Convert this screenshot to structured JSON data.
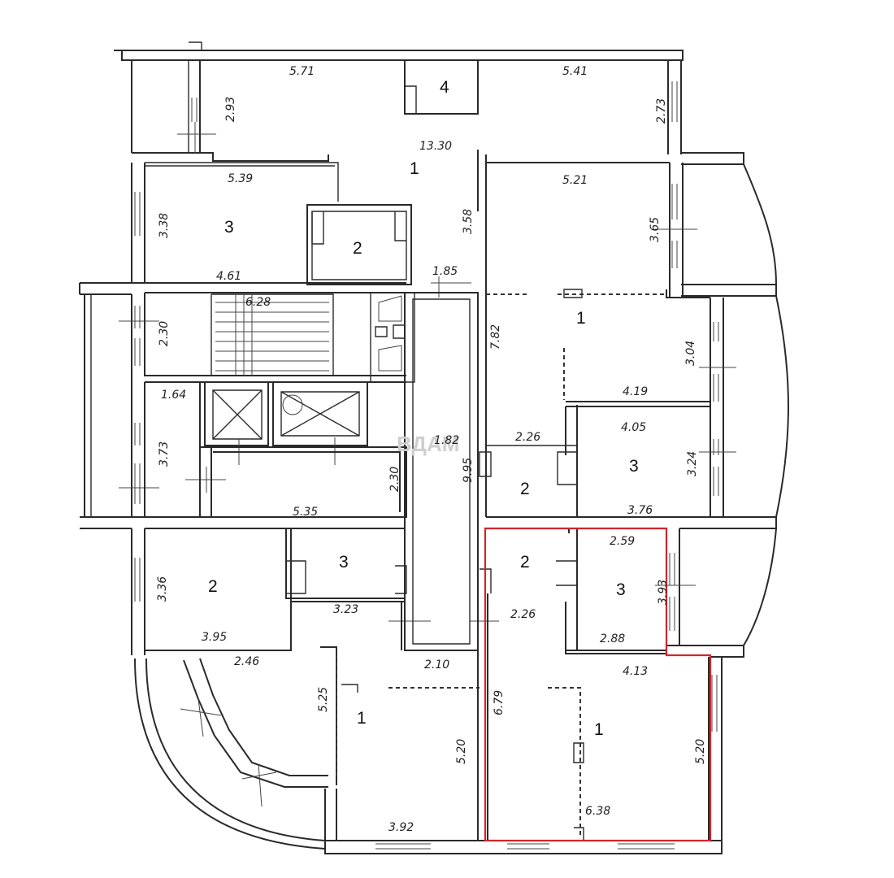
{
  "rooms": {
    "top_left_1": "1",
    "storage_4": "4",
    "tl_room_3": "3",
    "tl_bath_2": "2",
    "tr_room_1": "1",
    "mr_bath_2": "2",
    "mr_room_3": "3",
    "hl_bath_2": "2",
    "hl_room_3": "3",
    "hl_room_1": "1",
    "ml_bath_3": "3",
    "ml_room_2": "2",
    "bl_room_1": "1"
  },
  "dims": {
    "d_571": "5.71",
    "d_541": "5.41",
    "d_293": "2.93",
    "d_273": "2.73",
    "d_1330": "13.30",
    "d_539": "5.39",
    "d_521": "5.21",
    "d_338": "3.38",
    "d_358": "3.58",
    "d_365": "3.65",
    "d_461": "4.61",
    "d_185": "1.85",
    "d_628": "6.28",
    "d_230a": "2.30",
    "d_782": "7.82",
    "d_304": "3.04",
    "d_419": "4.19",
    "d_164": "1.64",
    "d_405": "4.05",
    "d_373": "3.73",
    "d_182": "1.82",
    "d_995": "9.95",
    "d_226a": "2.26",
    "d_230b": "2.30",
    "d_324": "3.24",
    "d_535": "5.35",
    "d_376": "3.76",
    "d_259": "2.59",
    "d_393": "3.93",
    "d_336": "3.36",
    "d_323": "3.23",
    "d_226b": "2.26",
    "d_288": "2.88",
    "d_395": "3.95",
    "d_246": "2.46",
    "d_210": "2.10",
    "d_413": "4.13",
    "d_525": "5.25",
    "d_679": "6.79",
    "d_520a": "5.20",
    "d_520b": "5.20",
    "d_638": "6.38",
    "d_392": "3.92"
  },
  "watermark": "ВДАМ",
  "highlight_color": "#d0262c"
}
